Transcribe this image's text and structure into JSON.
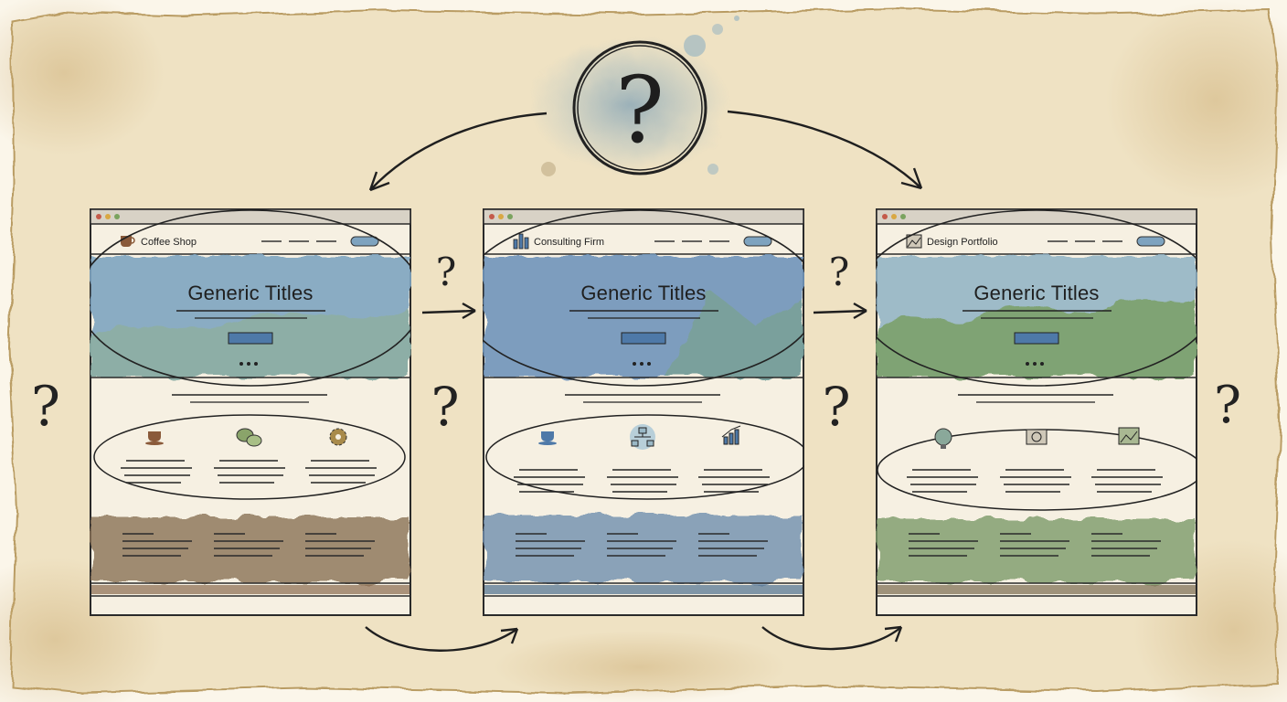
{
  "colors": {
    "paper": "#efe3c6",
    "ink": "#2a2a2a",
    "hero_blue": "#7ea3bf",
    "hero_green": "#7fa274",
    "footer_brown": "#8a7256",
    "footer_blue": "#6f8fae",
    "footer_green": "#7b9a6a"
  },
  "central_icon": "question-mark-circle-icon",
  "mockups": [
    {
      "site_name": "Coffee Shop",
      "logo_icon": "coffee-cup-icon",
      "hero_title": "Generic Titles",
      "hero_palette": "blue",
      "feature_icons": [
        "coffee-cup-icon",
        "chat-bubbles-icon",
        "gear-icon"
      ],
      "footer_palette": "brown"
    },
    {
      "site_name": "Consulting Firm",
      "logo_icon": "bar-chart-icon",
      "hero_title": "Generic Titles",
      "hero_palette": "blue",
      "feature_icons": [
        "coffee-cup-icon",
        "org-chart-icon",
        "growth-chart-icon"
      ],
      "footer_palette": "blue"
    },
    {
      "site_name": "Design Portfolio",
      "logo_icon": "image-frame-icon",
      "hero_title": "Generic Titles",
      "hero_palette": "green",
      "feature_icons": [
        "lightbulb-icon",
        "camera-icon",
        "picture-icon"
      ],
      "footer_palette": "green"
    }
  ]
}
